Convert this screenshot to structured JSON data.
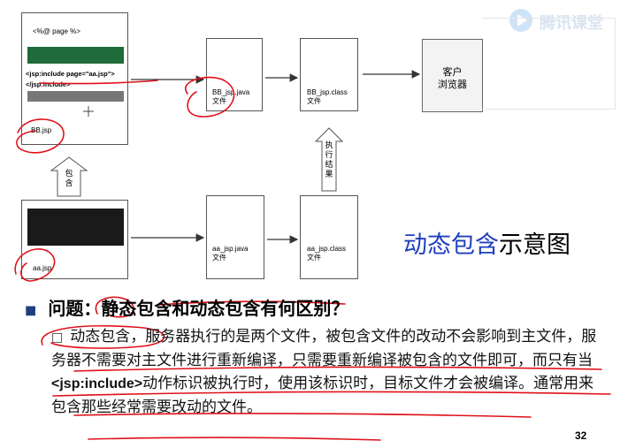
{
  "watermark": {
    "text": "腾讯课堂"
  },
  "bb_jsp": {
    "directive": "<%@ page %>",
    "include_open": "<jsp:include page=\"aa.jsp\">",
    "include_close": "</jsp:include>",
    "filename": "BB.jsp"
  },
  "bb_java": {
    "name": "BB_jsp.java",
    "sub": "文件"
  },
  "bb_class": {
    "name": "BB_jsp.class",
    "sub": "文件"
  },
  "browser": {
    "line1": "客户",
    "line2": "浏览器"
  },
  "include_arrow_label": "包含",
  "exec_arrow_label": "执行结果",
  "aa_jsp": {
    "filename": "aa.jsp"
  },
  "aa_java": {
    "name": "aa_jsp.java",
    "sub": "文件"
  },
  "aa_class": {
    "name": "aa_jsp.class",
    "sub": "文件"
  },
  "diagram_title": {
    "highlight": "动态包含",
    "rest": "示意图"
  },
  "question": {
    "bullet": "■",
    "text": "问题：静态包含和动态包含有何区别？"
  },
  "answer": {
    "bullet": "□",
    "part1": "动态包含，服务器执行的是两个文件，被包含文件的改动不会影响到主文件，服务器不需要对主文件进行重新编译，只需要重新编译被包含的文件即可，而只有当",
    "code": "<jsp:include>",
    "part2": "动作标识被执行时，使用该标识时，目标文件才会被编译。通常用来包含那些经常需要改动的文件。"
  },
  "page_number": "32",
  "colors": {
    "title_blue": "#1f3fbf",
    "annotation_red": "#e0101a",
    "bar_green": "#1f6b3a",
    "bar_dark": "#1a1a1a",
    "bar_gray": "#777777"
  }
}
